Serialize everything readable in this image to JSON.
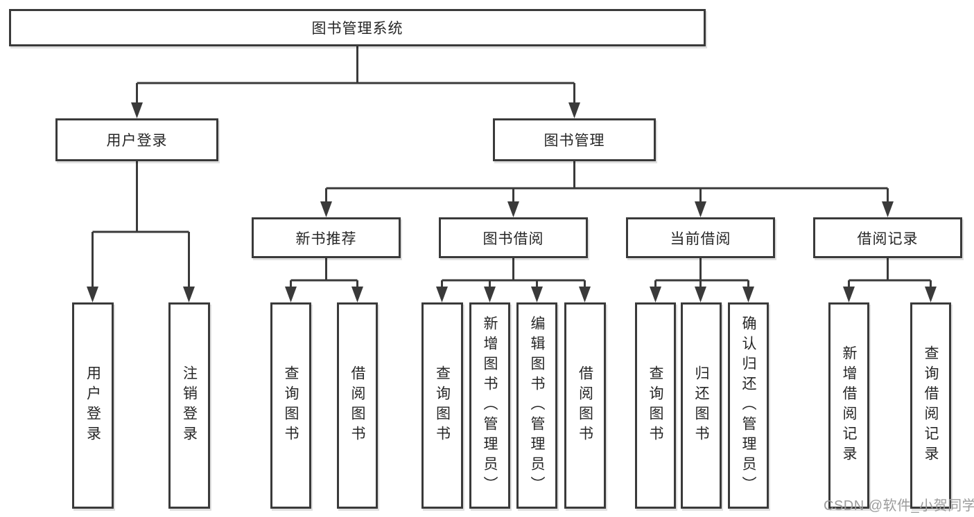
{
  "diagram": {
    "title": "图书管理系统",
    "root": "图书管理系统",
    "branches": [
      {
        "label": "用户登录",
        "children": [
          {
            "label": "用户登录"
          },
          {
            "label": "注销登录"
          }
        ]
      },
      {
        "label": "图书管理",
        "children": [
          {
            "label": "新书推荐",
            "children": [
              {
                "label": "查询图书"
              },
              {
                "label": "借阅图书"
              }
            ]
          },
          {
            "label": "图书借阅",
            "children": [
              {
                "label": "查询图书"
              },
              {
                "label": "新增图书（管理员）"
              },
              {
                "label": "编辑图书（管理员）"
              },
              {
                "label": "借阅图书"
              }
            ]
          },
          {
            "label": "当前借阅",
            "children": [
              {
                "label": "查询图书"
              },
              {
                "label": "归还图书"
              },
              {
                "label": "确认归还（管理员）"
              }
            ]
          },
          {
            "label": "借阅记录",
            "children": [
              {
                "label": "新增借阅记录"
              },
              {
                "label": "查询借阅记录"
              }
            ]
          }
        ]
      }
    ]
  },
  "watermark": "CSDN @软件_小贺同学",
  "colors": {
    "line": "#3a3a3a",
    "text": "#262626",
    "box_background": "#ffffff",
    "page_background": "#ffffff",
    "watermark": "#9c9c9c"
  }
}
